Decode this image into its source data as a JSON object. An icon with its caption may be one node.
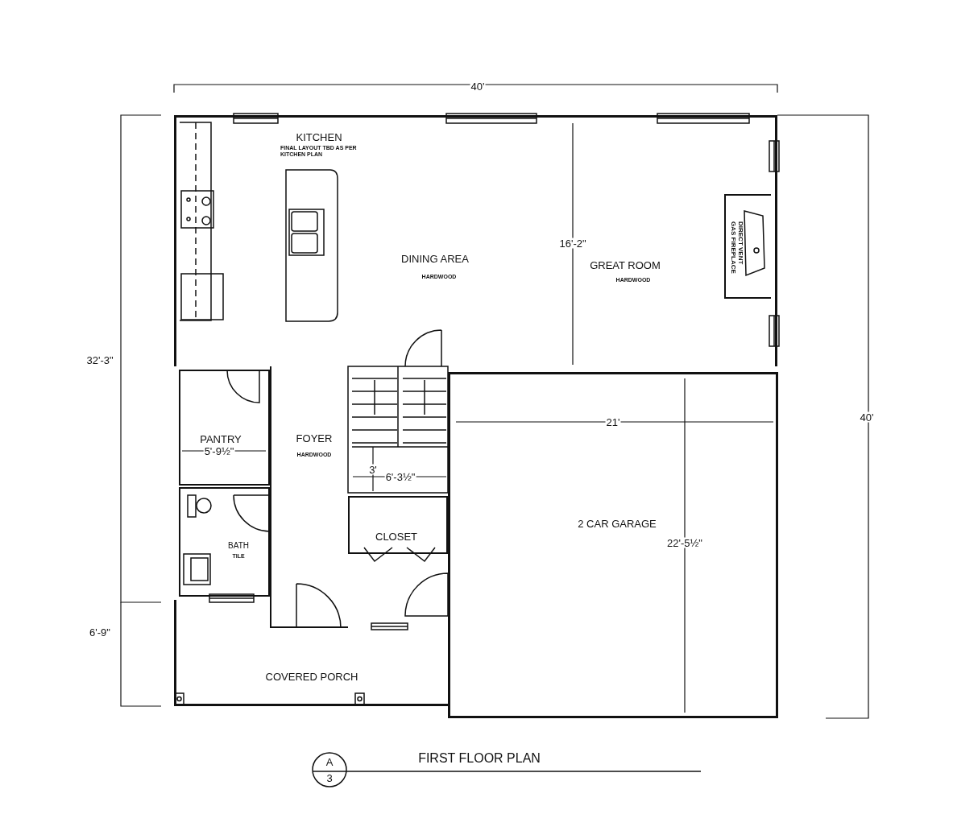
{
  "diagram": {
    "title": "FIRST FLOOR PLAN",
    "nodes": [
      {
        "text": [
          "KITCHEN",
          "FINAL LAYOUT TBD AS PER KITCHEN PLAN",
          "DINING AREA",
          "HARDWOOD"
        ]
      },
      {
        "text": [
          "GREAT ROOM",
          "HARDWOOD"
        ]
      },
      {
        "text": [
          "DIRECT VENT GAS FIREPLACE"
        ],
        "in": 1
      },
      {
        "text": [
          "PANTRY"
        ]
      },
      {
        "text": [
          "FOYER",
          "HARDWOOD"
        ]
      },
      {
        "text": [
          "BATH",
          "TILE"
        ]
      },
      {
        "text": [
          "CLOSET"
        ]
      },
      {
        "text": [
          "2 CAR GARAGE"
        ]
      },
      {
        "text": [
          "COVERED PORCH"
        ]
      }
    ],
    "edges": [],
    "labels": [
      "40'",
      "16'-2\"",
      "32'-3\"",
      "40'",
      "21'",
      "5'-9½\"",
      "3'",
      "6'-3½\"",
      "22'-5½\"",
      "6'-9\"",
      "A",
      "3"
    ]
  }
}
